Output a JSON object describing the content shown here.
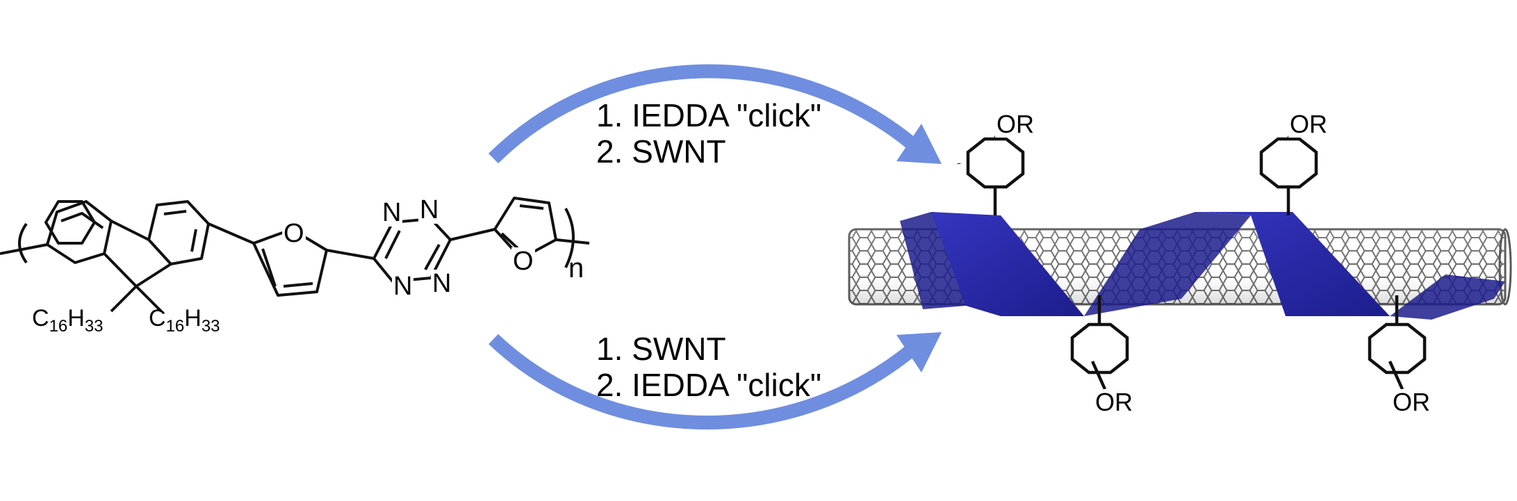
{
  "routes": {
    "top": {
      "step1": "1. IEDDA \"click\"",
      "step2": "2. SWNT"
    },
    "bottom": {
      "step1": "1. SWNT",
      "step2": "2. IEDDA \"click\""
    }
  },
  "polymer": {
    "heteroatoms": {
      "furan1_o": "O",
      "tetrazine_n1": "N",
      "tetrazine_n2": "N",
      "tetrazine_n3": "N",
      "tetrazine_n4": "N",
      "furan2_o": "O"
    },
    "chain1": {
      "c": "C",
      "c_sub": "16",
      "h": "H",
      "h_sub": "33"
    },
    "chain2": {
      "c": "C",
      "c_sub": "16",
      "h": "H",
      "h_sub": "33"
    },
    "repeat_label": "n"
  },
  "substituents": [
    "OR",
    "OR",
    "OR",
    "OR"
  ],
  "colors": {
    "arrow": "#6f8ee0",
    "helix": "#2a2aa8",
    "helix_dark": "#141470",
    "nanotube": "#6b6b6b",
    "bond": "#111111"
  }
}
